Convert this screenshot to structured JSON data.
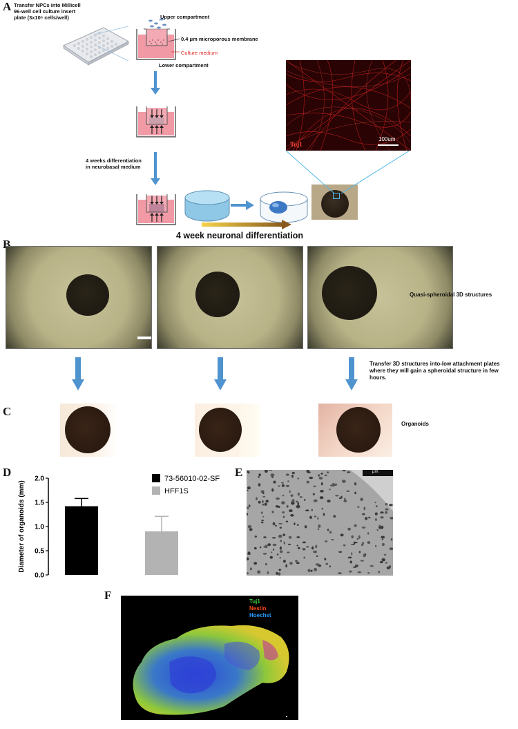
{
  "panels": {
    "a": "A",
    "b": "B",
    "c": "C",
    "d": "D",
    "e": "E",
    "f": "F"
  },
  "panel_a": {
    "step1_text": [
      "Transfer NPCs into Millicell",
      "96-well cell culture insert",
      "plate (3x10⁵ cells/well)"
    ],
    "upper_compartment": "Upper compartment",
    "membrane": "0.4 μm microporous membrane",
    "culture_medium": "Culture medium",
    "lower_compartment": "Lower compartment",
    "diff_text": [
      "4 weeks differentiation",
      "in neurobasal medium"
    ],
    "stain_label": "Tuj1",
    "scale_bar": "100um",
    "caption": "4 week neuronal differentiation"
  },
  "panel_b": {
    "caption": "Quasi-spheroidal 3D structures"
  },
  "transfer_text": [
    "Transfer 3D structures into-low attachment plates",
    "where they will gain a spheroidal structure in few",
    "hours."
  ],
  "panel_c": {
    "caption": "Organoids"
  },
  "panel_e": {
    "scale_text": "μm"
  },
  "panel_f": {
    "legend": [
      {
        "label": "Tuj1",
        "color": "#3ecb3e"
      },
      {
        "label": "Nestin",
        "color": "#ff4a1a"
      },
      {
        "label": "Hoechst",
        "color": "#2a9bff"
      }
    ]
  },
  "chart_data": {
    "type": "bar",
    "categories": [
      "73-56010-02-SF",
      "HFF1S"
    ],
    "values": [
      1.42,
      0.9
    ],
    "errors": [
      0.16,
      0.31
    ],
    "colors": [
      "#000000",
      "#b3b3b3"
    ],
    "ylabel": "Diameter of organoids (mm)",
    "yticks": [
      "0.0",
      "0.5",
      "1.0",
      "1.5",
      "2.0"
    ],
    "ylim": [
      0,
      2.0
    ],
    "legend": [
      "73-56010-02-SF",
      "HFF1S"
    ],
    "legend_position": "top-right"
  }
}
